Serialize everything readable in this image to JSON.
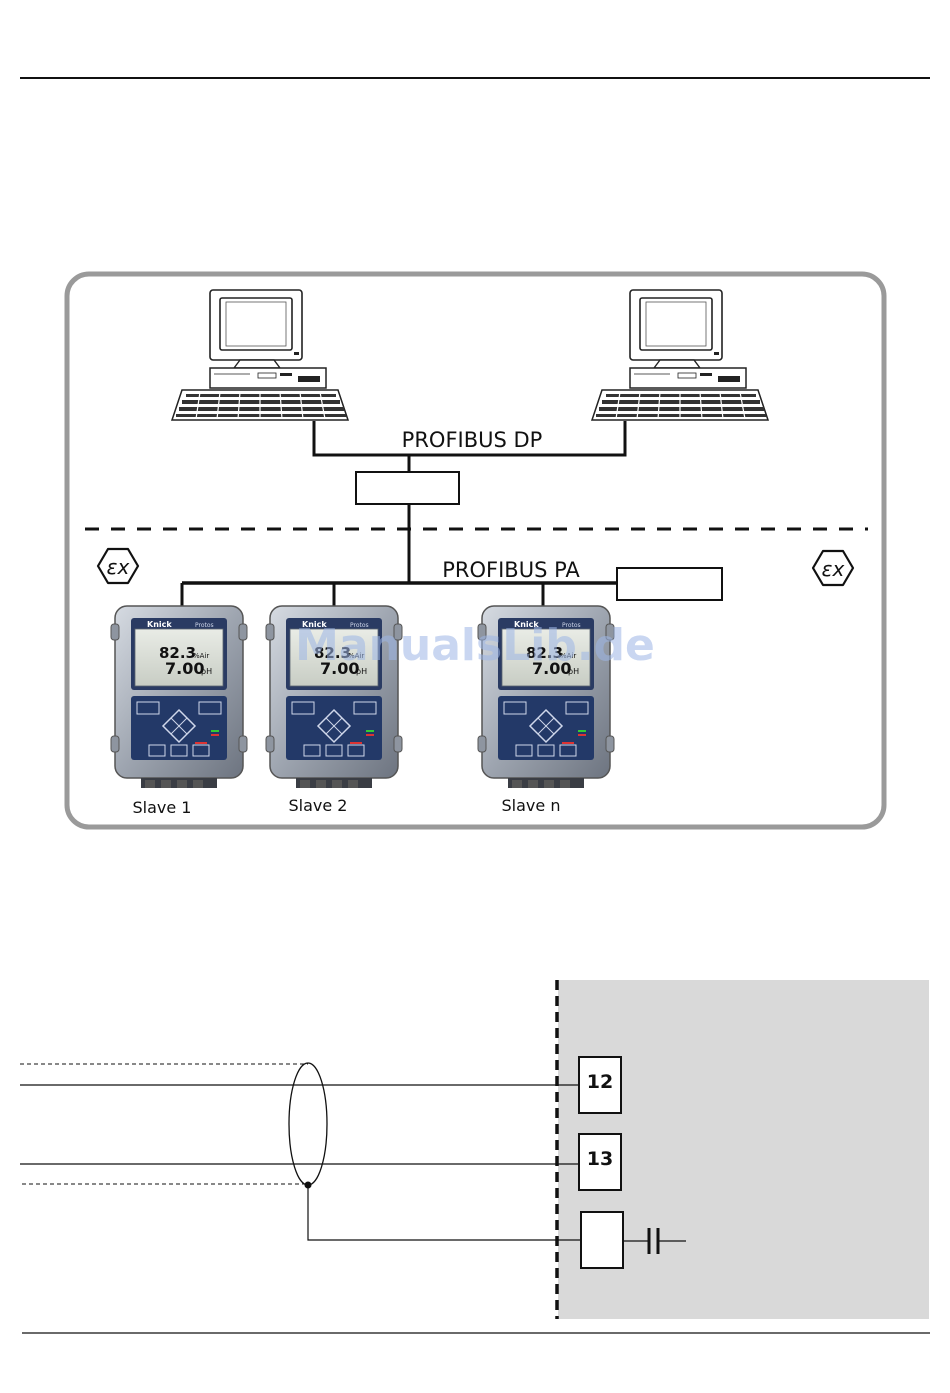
{
  "network": {
    "dp_label": "PROFIBUS DP",
    "pa_label": "PROFIBUS PA",
    "ex_symbol": "εx",
    "slaves": [
      {
        "label": "Slave 1",
        "brand": "Knick",
        "model": "Protos",
        "val1": "82.3",
        "unit1": "%Air",
        "val2": "7.00",
        "unit2": "pH"
      },
      {
        "label": "Slave 2",
        "brand": "Knick",
        "model": "Protos",
        "val1": "82.3",
        "unit1": "%Air",
        "val2": "7.00",
        "unit2": "pH"
      },
      {
        "label": "Slave n",
        "brand": "Knick",
        "model": "Protos",
        "val1": "82.3",
        "unit1": "%Air",
        "val2": "7.00",
        "unit2": "pH"
      }
    ]
  },
  "wiring": {
    "terminals": [
      "12",
      "13",
      ""
    ]
  },
  "watermark": "ManualsLib.de",
  "colors": {
    "frame": "#9a9a9a",
    "hazard_area": "#d9d9d9",
    "watermark": "#9db6e6"
  }
}
